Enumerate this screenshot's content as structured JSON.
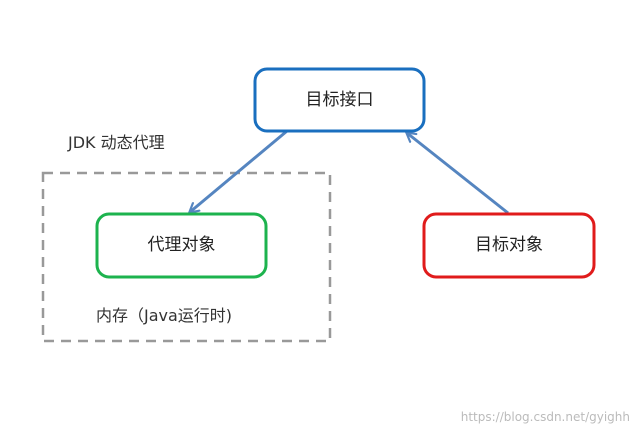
{
  "diagram": {
    "target_interface": "目标接口",
    "proxy_object": "代理对象",
    "target_object": "目标对象",
    "jdk_label": "JDK 动态代理",
    "memory_label": "内存（Java运行时)"
  },
  "watermark": "https://blog.csdn.net/gyighh",
  "colors": {
    "interface_border": "#1a6fbf",
    "proxy_border": "#1db34e",
    "target_border": "#e01b1b",
    "arrow": "#5585c0",
    "dashed_border": "#999999"
  }
}
